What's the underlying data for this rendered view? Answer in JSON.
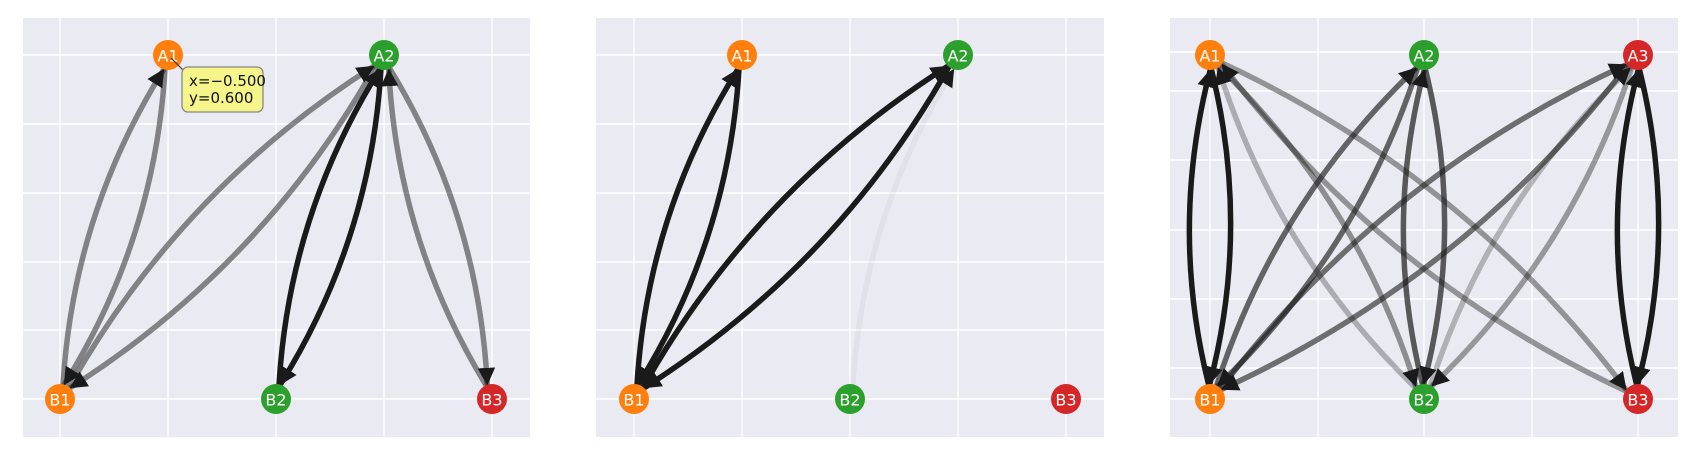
{
  "colors": {
    "background": "#eaeaf2",
    "grid": "#ffffff",
    "A1": "#ff7f0e",
    "B1": "#ff7f0e",
    "A2": "#2ca02c",
    "B2": "#2ca02c",
    "A3": "#d62728",
    "B3": "#d62728",
    "edge": "#1a1a1a",
    "tooltip_bg": "#f5f58a",
    "tooltip_border": "#888888"
  },
  "panels": [
    {
      "id": "left",
      "nodes": [
        {
          "id": "A1",
          "label": "A1",
          "color": "A1"
        },
        {
          "id": "A2",
          "label": "A2",
          "color": "A2"
        },
        {
          "id": "B1",
          "label": "B1",
          "color": "B1"
        },
        {
          "id": "B2",
          "label": "B2",
          "color": "B2"
        },
        {
          "id": "B3",
          "label": "B3",
          "color": "B3"
        }
      ],
      "edges": [
        {
          "from": "B1",
          "to": "A1",
          "alpha": 0.5
        },
        {
          "from": "A1",
          "to": "B1",
          "alpha": 0.5
        },
        {
          "from": "B1",
          "to": "A2",
          "alpha": 0.5
        },
        {
          "from": "A2",
          "to": "B1",
          "alpha": 0.5
        },
        {
          "from": "B2",
          "to": "A2",
          "alpha": 1.0
        },
        {
          "from": "A2",
          "to": "B2",
          "alpha": 1.0
        },
        {
          "from": "B3",
          "to": "A2",
          "alpha": 0.5
        },
        {
          "from": "A2",
          "to": "B3",
          "alpha": 0.5
        }
      ],
      "tooltip": {
        "line1": "x=−0.500",
        "line2": "y=0.600"
      }
    },
    {
      "id": "middle",
      "nodes": [
        {
          "id": "A1",
          "label": "A1",
          "color": "A1"
        },
        {
          "id": "A2",
          "label": "A2",
          "color": "A2"
        },
        {
          "id": "B1",
          "label": "B1",
          "color": "B1"
        },
        {
          "id": "B2",
          "label": "B2",
          "color": "B2"
        },
        {
          "id": "B3",
          "label": "B3",
          "color": "B3"
        }
      ],
      "edges": [
        {
          "from": "B1",
          "to": "A1",
          "alpha": 1.0
        },
        {
          "from": "A1",
          "to": "B1",
          "alpha": 1.0
        },
        {
          "from": "B1",
          "to": "A2",
          "alpha": 1.0
        },
        {
          "from": "A2",
          "to": "B1",
          "alpha": 1.0
        },
        {
          "from": "B2",
          "to": "A2",
          "alpha": 0.04
        }
      ]
    },
    {
      "id": "right",
      "nodes": [
        {
          "id": "A1",
          "label": "A1",
          "color": "A1"
        },
        {
          "id": "A2",
          "label": "A2",
          "color": "A2"
        },
        {
          "id": "A3",
          "label": "A3",
          "color": "A3"
        },
        {
          "id": "B1",
          "label": "B1",
          "color": "B1"
        },
        {
          "id": "B2",
          "label": "B2",
          "color": "B2"
        },
        {
          "id": "B3",
          "label": "B3",
          "color": "B3"
        }
      ],
      "edges": [
        {
          "from": "B1",
          "to": "A1",
          "alpha": 1.0
        },
        {
          "from": "A1",
          "to": "B1",
          "alpha": 1.0
        },
        {
          "from": "B1",
          "to": "A2",
          "alpha": 0.65
        },
        {
          "from": "A2",
          "to": "B1",
          "alpha": 0.65
        },
        {
          "from": "B1",
          "to": "A3",
          "alpha": 0.6
        },
        {
          "from": "A3",
          "to": "B1",
          "alpha": 0.6
        },
        {
          "from": "B2",
          "to": "A1",
          "alpha": 0.3
        },
        {
          "from": "A1",
          "to": "B2",
          "alpha": 0.45
        },
        {
          "from": "B2",
          "to": "A2",
          "alpha": 0.7
        },
        {
          "from": "A2",
          "to": "B2",
          "alpha": 0.7
        },
        {
          "from": "B2",
          "to": "A3",
          "alpha": 0.28
        },
        {
          "from": "A3",
          "to": "B2",
          "alpha": 0.4
        },
        {
          "from": "B3",
          "to": "A1",
          "alpha": 0.42
        },
        {
          "from": "A1",
          "to": "B3",
          "alpha": 0.42
        },
        {
          "from": "B3",
          "to": "A3",
          "alpha": 1.0
        },
        {
          "from": "A3",
          "to": "B3",
          "alpha": 1.0
        }
      ]
    }
  ]
}
